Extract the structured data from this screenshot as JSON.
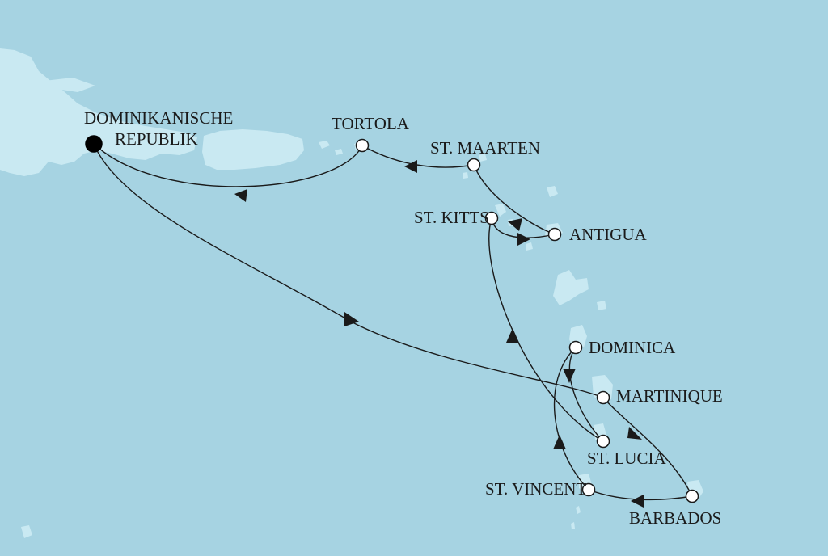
{
  "map": {
    "colors": {
      "sea": "#a6d3e2",
      "land": "#c9e9f2",
      "route": "#1a1a1a",
      "port_fill": "#ffffff",
      "home_port_fill": "#000000"
    },
    "ports": {
      "dominikanische_line1": "DOMINIKANISCHE",
      "dominikanische_line2": "REPUBLIK",
      "tortola": "TORTOLA",
      "st_maarten": "ST. MAARTEN",
      "st_kitts": "ST. KITTS",
      "antigua": "ANTIGUA",
      "dominica": "DOMINICA",
      "martinique": "MARTINIQUE",
      "st_lucia": "ST. LUCIA",
      "st_vincent": "ST. VINCENT",
      "barbados": "BARBADOS"
    }
  }
}
